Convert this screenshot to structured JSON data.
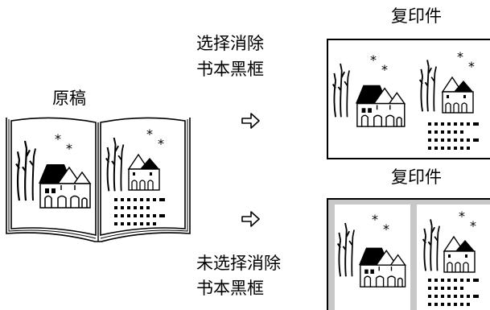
{
  "labels": {
    "original": "原稿",
    "copy_top": "复印件",
    "copy_bottom": "复印件",
    "option_selected_line1": "选择消除",
    "option_selected_line2": "书本黑框",
    "option_unselected_line1": "未选择消除",
    "option_unselected_line2": "书本黑框"
  },
  "icons": {
    "arrow_top": "hollow-right-arrow",
    "arrow_bottom": "hollow-right-arrow",
    "star_glyph": "*"
  },
  "colors": {
    "line": "#000000",
    "gray_frame": "#c8c8c8",
    "paper": "#ffffff"
  }
}
